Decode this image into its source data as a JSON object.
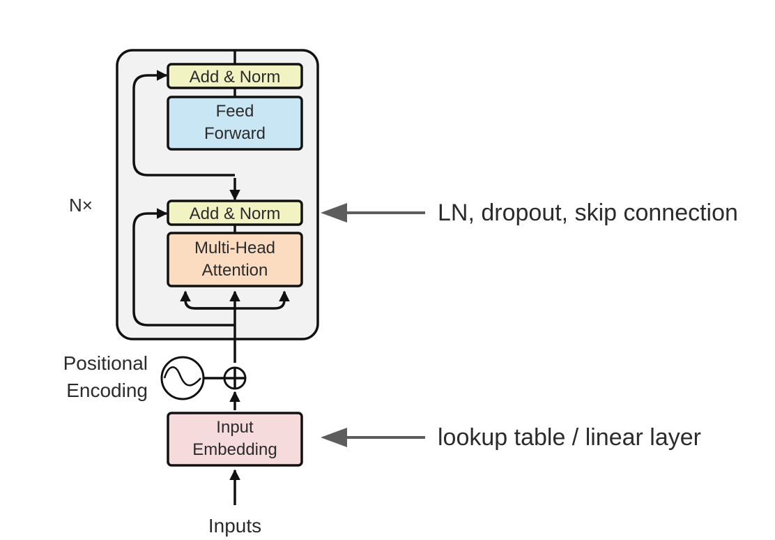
{
  "nodes": {
    "add_norm_top": "Add & Norm",
    "feed_forward": [
      "Feed",
      "Forward"
    ],
    "add_norm_bottom": "Add & Norm",
    "multi_head_attention": [
      "Multi-Head",
      "Attention"
    ],
    "input_embedding": [
      "Input",
      "Embedding"
    ],
    "positional_encoding": [
      "Positional",
      "Encoding"
    ],
    "inputs": "Inputs",
    "repeat": "N×"
  },
  "annotations": {
    "add_norm": "LN, dropout, skip connection",
    "embedding": "lookup table / linear layer"
  },
  "colors": {
    "add_norm_fill": "#f2f3c3",
    "feed_forward_fill": "#c9e6f4",
    "attention_fill": "#fbdcc0",
    "embedding_fill": "#f6dbdd",
    "block_fill": "#f2f2f2",
    "arrow_gray": "#5d5d5d"
  }
}
